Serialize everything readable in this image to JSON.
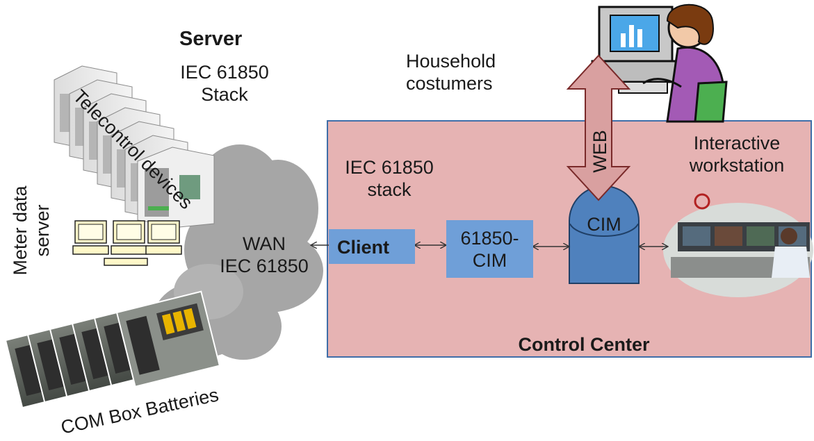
{
  "server": {
    "title": "Server",
    "stack_line1": "IEC 61850",
    "stack_line2": "Stack"
  },
  "telecontrol": {
    "label": "Telecontrol devices"
  },
  "meter": {
    "line1": "Meter data",
    "line2": "server"
  },
  "wan": {
    "line1": "WAN",
    "line2": "IEC 61850"
  },
  "com_box": {
    "label": "COM Box Batteries"
  },
  "household": {
    "line1": "Household",
    "line2": "costumers"
  },
  "control_center": {
    "title": "Control Center",
    "stack_line1": "IEC 61850",
    "stack_line2": "stack",
    "client": "Client",
    "adapter_line1": "61850-",
    "adapter_line2": "CIM",
    "cim": "CIM",
    "web": "WEB",
    "workstation_line1": "Interactive",
    "workstation_line2": "workstation"
  },
  "colors": {
    "control_center_fill": "#e6b3b3",
    "control_center_border": "#3f6ea8",
    "box_blue": "#6f9fd8",
    "cim_blue": "#4f81bd",
    "web_arrow": "#d9a0a0",
    "cloud": "#a6a6a6"
  }
}
